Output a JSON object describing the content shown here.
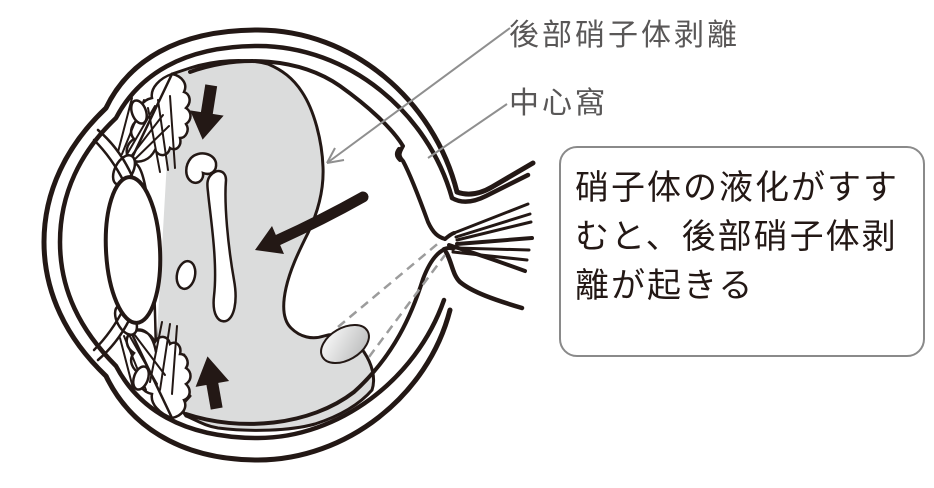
{
  "figure": {
    "labels": {
      "pvd": "後部硝子体剥離",
      "fovea": "中心窩"
    },
    "callout": {
      "text": "硝子体の液化がすす\nむと、後部硝子体剥\n離が起きる"
    },
    "parts": {
      "vitreous_body": "vitreous-gel-detached",
      "weiss_ring": "weiss-ring",
      "optic_nerve": "optic-nerve",
      "lens": "lens",
      "fovea_pit": "fovea-pit"
    }
  },
  "colors": {
    "line": "#231815",
    "vitreous_fill": "#dbdcdc",
    "label_text": "#595757",
    "leader_line": "#8f8f8f",
    "dashed_line": "#9c9c9c",
    "box_border": "#8a8a8a",
    "box_text": "#231815",
    "background": "#ffffff"
  }
}
